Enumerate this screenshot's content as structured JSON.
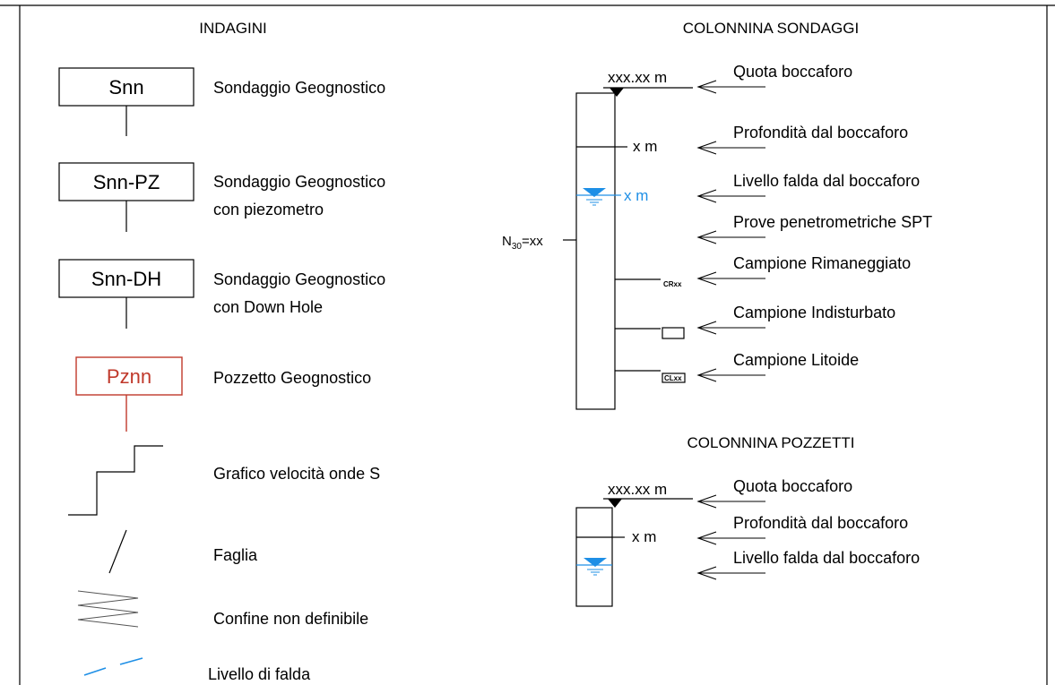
{
  "colors": {
    "line": "#000000",
    "accent_red": "#c0392b",
    "water_blue": "#1e8fe6"
  },
  "left": {
    "heading": "INDAGINI",
    "items": [
      {
        "box_label": "Snn",
        "desc": [
          "Sondaggio Geognostico"
        ]
      },
      {
        "box_label": "Snn-PZ",
        "desc": [
          "Sondaggio Geognostico",
          "con piezometro"
        ]
      },
      {
        "box_label": "Snn-DH",
        "desc": [
          "Sondaggio Geognostico",
          "con Down Hole"
        ]
      },
      {
        "box_label": "Pznn",
        "desc": [
          "Pozzetto Geognostico"
        ]
      },
      {
        "desc": [
          "Grafico velocità onde S"
        ]
      },
      {
        "desc": [
          "Faglia"
        ]
      },
      {
        "desc": [
          "Confine non definibile"
        ]
      },
      {
        "desc": [
          "Livello di falda"
        ]
      }
    ]
  },
  "sondaggi": {
    "heading": "COLONNINA SONDAGGI",
    "quota_value": "xxx.xx m",
    "depth_value": "x m",
    "water_value": "x m",
    "n30_label": "=xx",
    "n30_prefix": "N",
    "n30_sub": "30",
    "cr_tag": "CRxx",
    "cl_tag": "CLxx",
    "legend": [
      "Quota boccaforo",
      "Profondità dal boccaforo",
      "Livello falda dal boccaforo",
      "Prove penetrometriche SPT",
      "Campione Rimaneggiato",
      "Campione Indisturbato",
      "Campione Litoide"
    ]
  },
  "pozzetti": {
    "heading": "COLONNINA POZZETTI",
    "quota_value": "xxx.xx m",
    "depth_value": "x m",
    "legend": [
      "Quota boccaforo",
      "Profondità dal boccaforo",
      "Livello falda dal boccaforo"
    ]
  }
}
